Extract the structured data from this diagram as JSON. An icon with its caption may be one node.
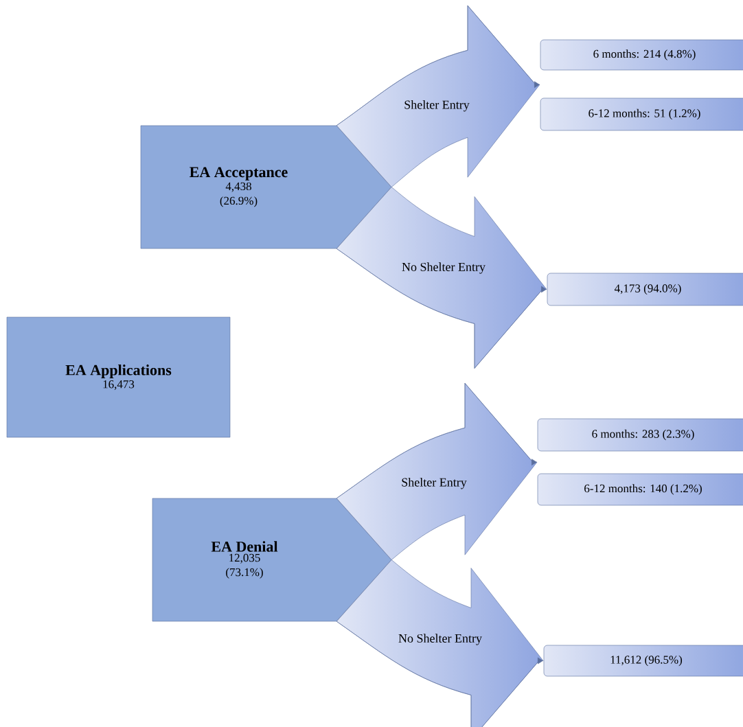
{
  "diagram": {
    "nodes": [
      {
        "text": [
          "EA Applications",
          "16,473"
        ]
      },
      {
        "text": [
          "EA Acceptance",
          "4,438 (26.9%)"
        ]
      },
      {
        "text": [
          "6 months: 214 (4.8%)"
        ]
      },
      {
        "text": [
          "6-12 months: 51 (1.2%)"
        ]
      },
      {
        "text": [
          "4,173 (94.0%)"
        ]
      },
      {
        "text": [
          "EA Denial",
          "12,035 (73.1%)"
        ]
      },
      {
        "text": [
          "6 months: 283 (2.3%)"
        ]
      },
      {
        "text": [
          "6-12 months: 140 (1.2%)"
        ]
      },
      {
        "text": [
          "11,612 (96.5%)"
        ]
      }
    ],
    "edges": [
      {
        "from": 1,
        "to": 2,
        "arrow": "to",
        "label": "Shelter Entry"
      },
      {
        "from": 1,
        "to": 3,
        "arrow": "to"
      },
      {
        "from": 1,
        "to": 4,
        "arrow": "to",
        "label": "No Shelter Entry"
      },
      {
        "from": 5,
        "to": 6,
        "arrow": "to",
        "label": "Shelter Entry"
      },
      {
        "from": 5,
        "to": 7,
        "arrow": "to"
      },
      {
        "from": 5,
        "to": 8,
        "arrow": "to",
        "label": "No Shelter Entry"
      }
    ]
  }
}
